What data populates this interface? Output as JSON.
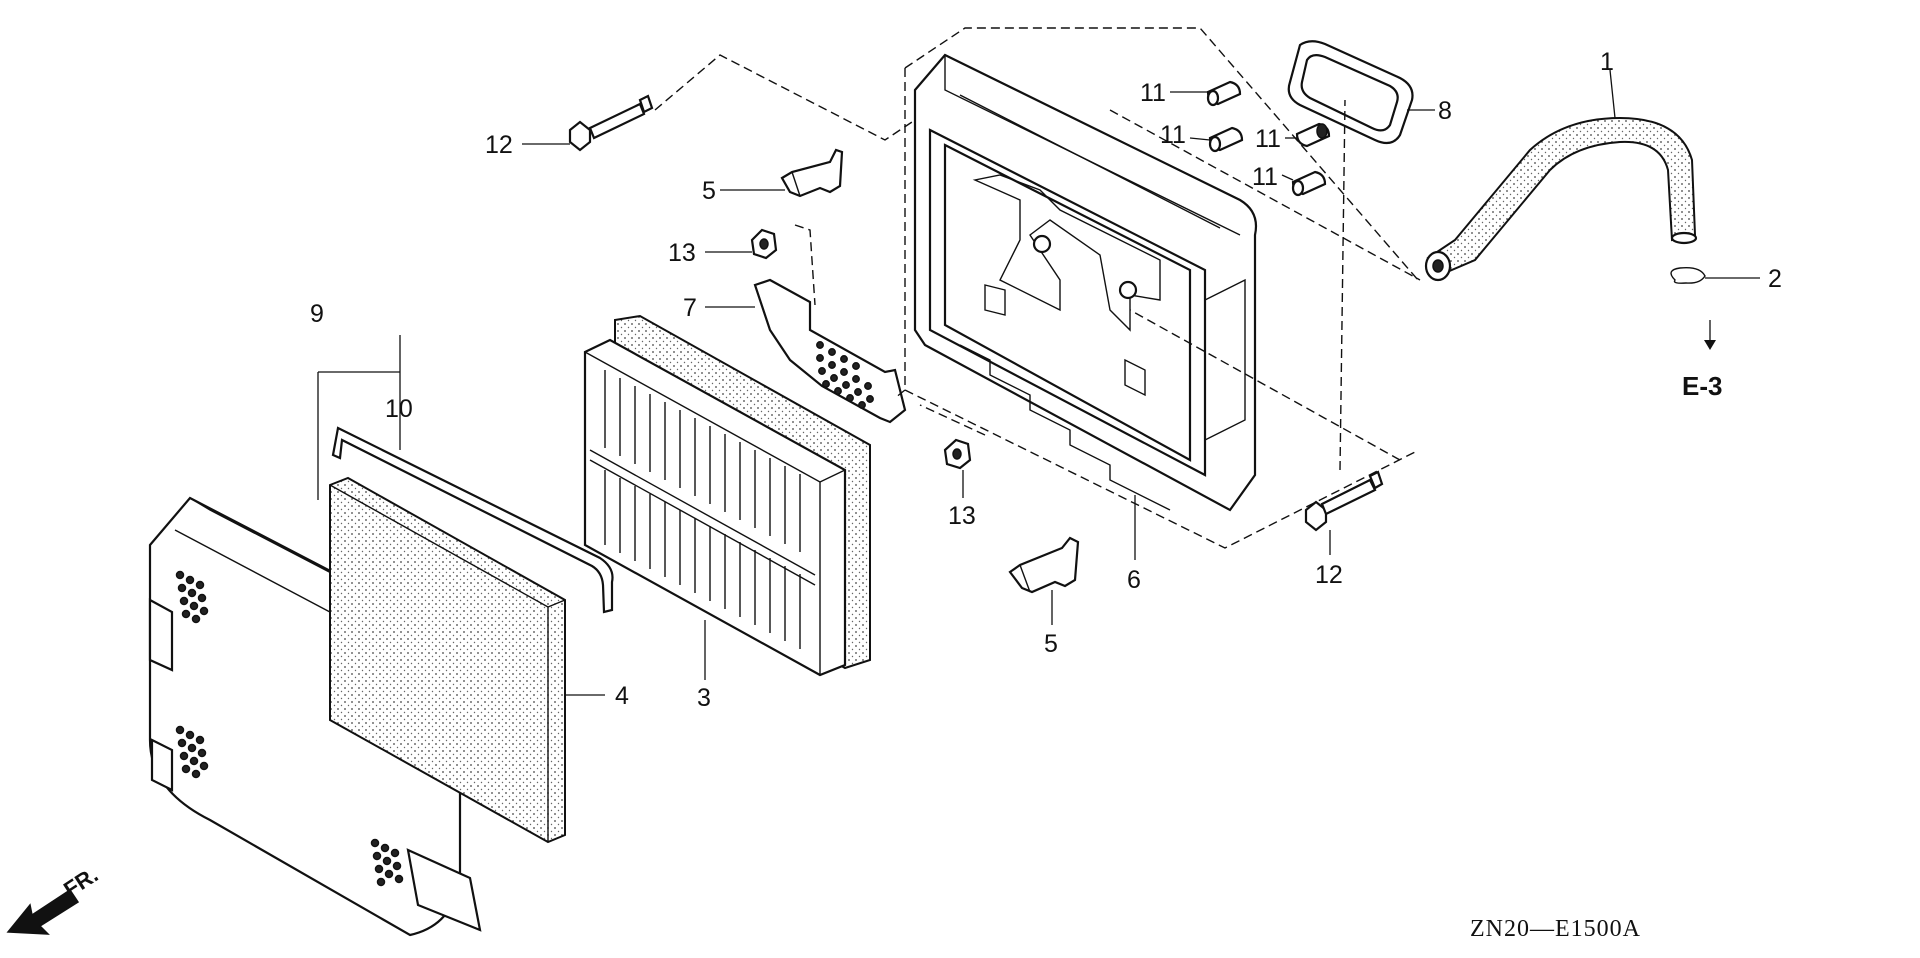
{
  "callouts": {
    "c1": "1",
    "c2": "2",
    "c3": "3",
    "c4": "4",
    "c5a": "5",
    "c5b": "5",
    "c6": "6",
    "c7": "7",
    "c8": "8",
    "c9": "9",
    "c10": "10",
    "c11a": "11",
    "c11b": "11",
    "c11c": "11",
    "c11d": "11",
    "c12a": "12",
    "c12b": "12",
    "c13a": "13",
    "c13b": "13"
  },
  "reference": "E-3",
  "direction": "FR.",
  "diagram_code": "ZN20—E1500A"
}
